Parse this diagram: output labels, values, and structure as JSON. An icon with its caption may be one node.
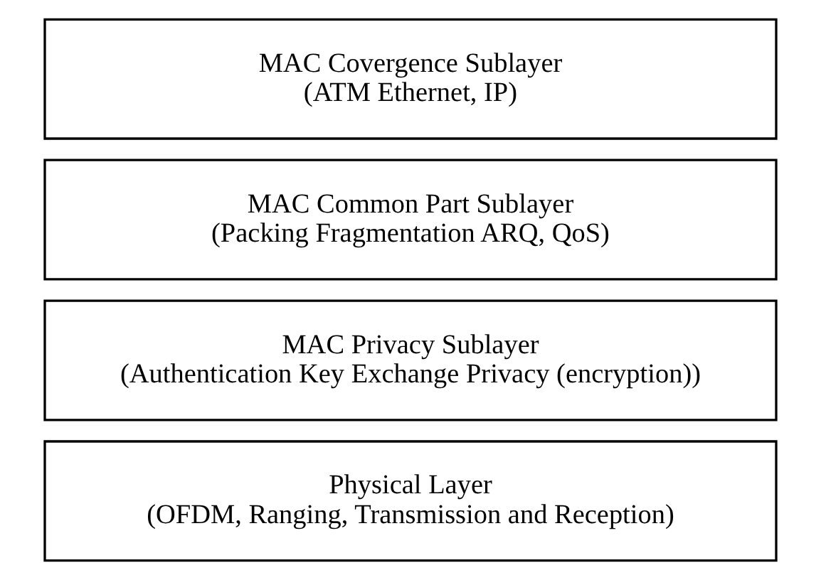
{
  "diagram": {
    "nodes": [
      {
        "text": [
          "MAC Covergence Sublayer",
          "(ATM Ethernet, IP)"
        ]
      },
      {
        "text": [
          "MAC Common Part Sublayer",
          "(Packing Fragmentation ARQ, QoS)"
        ]
      },
      {
        "text": [
          "MAC Privacy Sublayer",
          "(Authentication Key Exchange Privacy (encryption))"
        ]
      },
      {
        "text": [
          "Physical Layer",
          "(OFDM, Ranging, Transmission and Reception)"
        ]
      }
    ]
  }
}
